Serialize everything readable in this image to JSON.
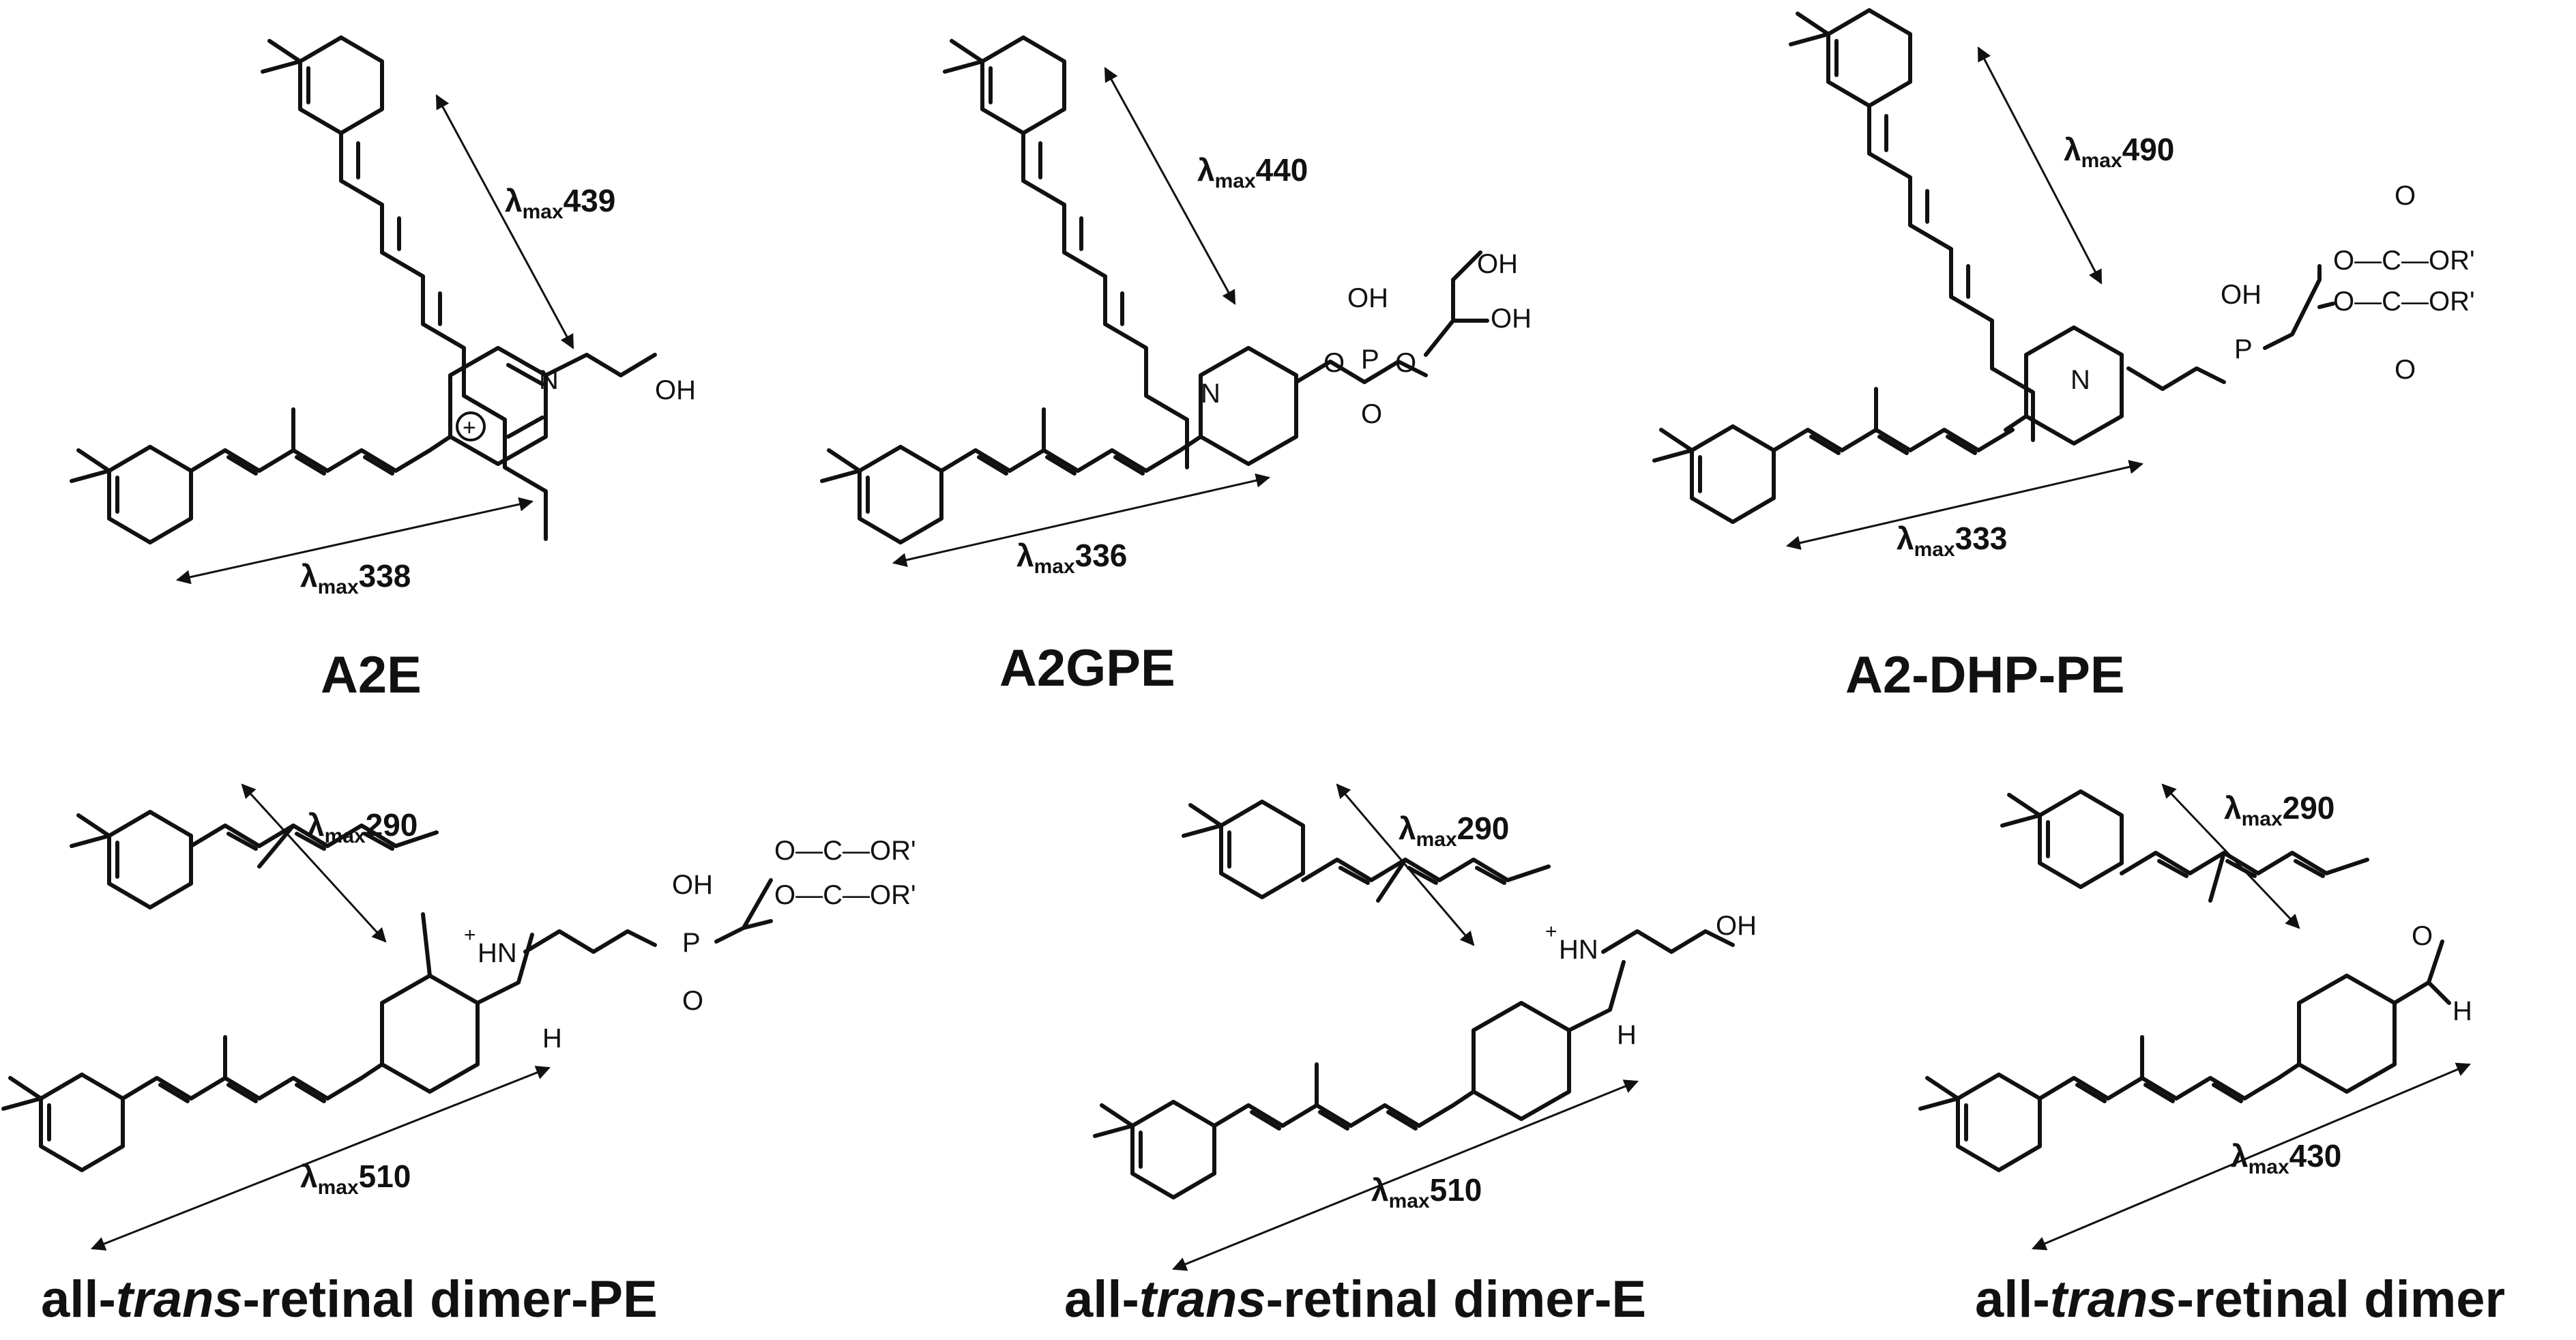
{
  "compounds": [
    {
      "name": "A2E",
      "lambda_a": "439",
      "lambda_b": "338",
      "substituent": "OH"
    },
    {
      "name": "A2GPE",
      "lambda_a": "440",
      "lambda_b": "336",
      "oh1": "OH",
      "oh2": "OH",
      "oh3": "OH",
      "p": "P",
      "o1": "O",
      "o2": "O",
      "o3": "O"
    },
    {
      "name": "A2-DHP-PE",
      "lambda_a": "490",
      "lambda_b": "333",
      "oh": "OH",
      "p": "P",
      "ester": "O—C—OR'",
      "o1": "O",
      "o2": "O"
    },
    {
      "name_prefix": "all-",
      "name_italic": "trans",
      "name_suffix": "-retinal dimer-PE",
      "lambda_a": "290",
      "lambda_b": "510",
      "hn": "HN",
      "h": "H",
      "oh": "OH",
      "p": "P",
      "ester": "O—C—OR'",
      "o": "O"
    },
    {
      "name_prefix": "all-",
      "name_italic": "trans",
      "name_suffix": "-retinal dimer-E",
      "lambda_a": "290",
      "lambda_b": "510",
      "hn": "HN",
      "h": "H",
      "oh": "OH"
    },
    {
      "name_prefix": "all-",
      "name_italic": "trans",
      "name_suffix": "-retinal dimer",
      "lambda_a": "290",
      "lambda_b": "430",
      "h": "H",
      "o": "O"
    }
  ],
  "labels": {
    "lambda": "λ",
    "max": "max",
    "n": "N",
    "plus": "+"
  }
}
